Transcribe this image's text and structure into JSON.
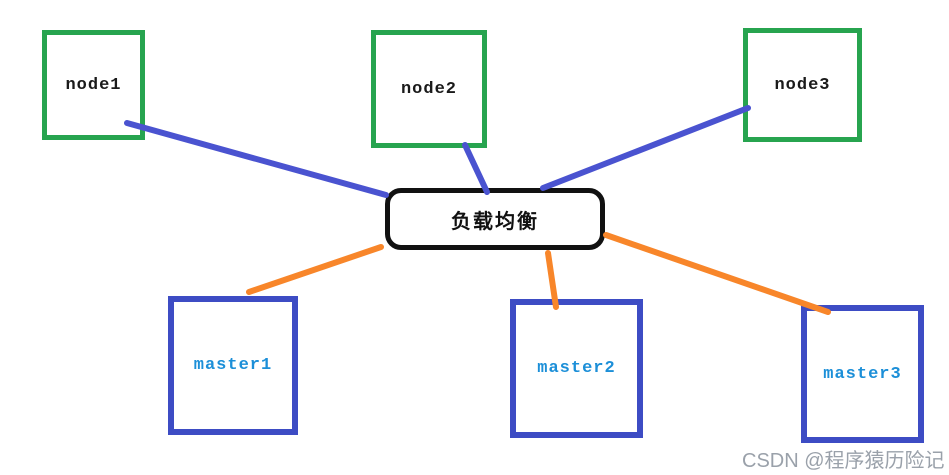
{
  "diagram": {
    "title": "load-balancing topology",
    "center": {
      "label": "负载均衡"
    },
    "nodes": [
      {
        "label": "node1"
      },
      {
        "label": "node2"
      },
      {
        "label": "node3"
      }
    ],
    "masters": [
      {
        "label": "master1"
      },
      {
        "label": "master2"
      },
      {
        "label": "master3"
      }
    ],
    "links": [
      {
        "from": "node1",
        "to": "负载均衡",
        "color_name": "blue"
      },
      {
        "from": "node2",
        "to": "负载均衡",
        "color_name": "blue"
      },
      {
        "from": "node3",
        "to": "负载均衡",
        "color_name": "blue"
      },
      {
        "from": "负载均衡",
        "to": "master1",
        "color_name": "orange"
      },
      {
        "from": "负载均衡",
        "to": "master2",
        "color_name": "orange"
      },
      {
        "from": "负载均衡",
        "to": "master3",
        "color_name": "orange"
      }
    ]
  },
  "watermark": {
    "text": "CSDN @程序猿历险记"
  },
  "colors": {
    "background": "#ffffff",
    "node_border": "#27a44f",
    "master_border": "#3d4cc4",
    "node_link": "#4a53d0",
    "master_link": "#f8862a",
    "node_label": "#1a1a1a",
    "master_label": "#1c8fd8",
    "center_border": "#111111",
    "watermark": "#9aa1aa"
  }
}
